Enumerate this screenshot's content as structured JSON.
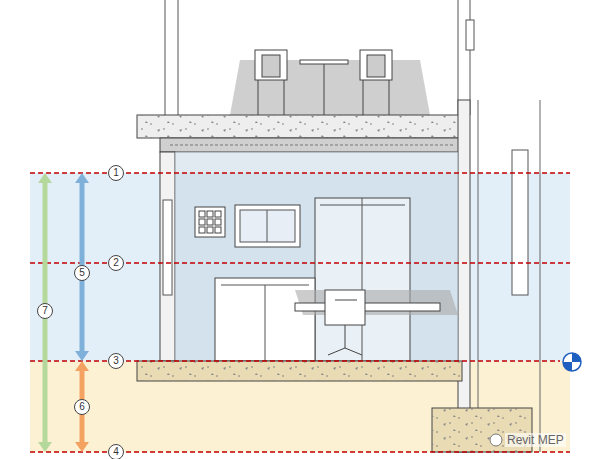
{
  "diagram": {
    "labels": [
      "1",
      "2",
      "3",
      "4",
      "5",
      "6",
      "7",
      "Revit MEP"
    ]
  }
}
